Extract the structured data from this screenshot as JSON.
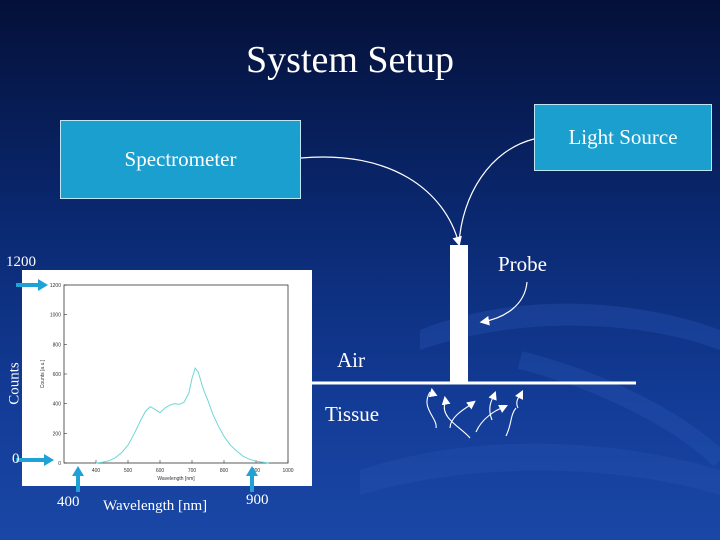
{
  "title": "System Setup",
  "boxes": {
    "spectrometer": "Spectrometer",
    "light_source": "Light Source"
  },
  "labels": {
    "probe": "Probe",
    "air": "Air",
    "tissue": "Tissue"
  },
  "spectrum_annotations": {
    "y_top": "1200",
    "y_bottom": "0",
    "y_axis": "Counts",
    "x_left": "400",
    "x_right": "900",
    "x_axis": "Wavelength [nm]"
  },
  "colors": {
    "box_fill": "#1a9fcf",
    "arrow_cyan": "#1fa3d6",
    "spectrum_line": "#6fd6d6"
  },
  "chart_data": {
    "type": "line",
    "xlabel": "Wavelength [nm]",
    "ylabel": "Counts [a.u.]",
    "xlim": [
      300,
      1000
    ],
    "ylim": [
      0,
      1200
    ],
    "x_ticks": [
      400,
      500,
      600,
      700,
      800,
      900,
      1000
    ],
    "y_ticks": [
      0,
      200,
      400,
      600,
      800,
      1000,
      1200
    ],
    "grid": false,
    "series": [
      {
        "x": [
          400,
          420,
          440,
          460,
          480,
          500,
          520,
          540,
          555,
          570,
          585,
          600,
          615,
          630,
          645,
          660,
          675,
          690,
          700,
          710,
          720,
          735,
          750,
          765,
          780,
          800,
          820,
          840,
          860,
          880,
          900,
          920,
          940
        ],
        "values": [
          0,
          5,
          15,
          35,
          70,
          120,
          200,
          290,
          350,
          380,
          360,
          340,
          370,
          390,
          400,
          395,
          410,
          470,
          570,
          640,
          610,
          500,
          420,
          330,
          260,
          180,
          120,
          80,
          45,
          25,
          12,
          6,
          0
        ]
      }
    ]
  }
}
